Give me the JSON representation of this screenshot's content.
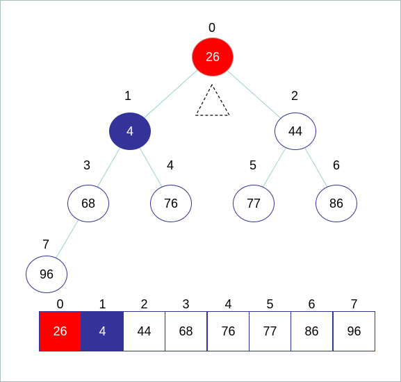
{
  "colors": {
    "highlight_red": "#ff0000",
    "highlight_blue": "#333399",
    "edge": "#a8d8d8",
    "node_border": "#333399"
  },
  "tree": {
    "nodes": [
      {
        "index": "0",
        "value": "26",
        "state": "red"
      },
      {
        "index": "1",
        "value": "4",
        "state": "blue"
      },
      {
        "index": "2",
        "value": "44",
        "state": "normal"
      },
      {
        "index": "3",
        "value": "68",
        "state": "normal"
      },
      {
        "index": "4",
        "value": "76",
        "state": "normal"
      },
      {
        "index": "5",
        "value": "77",
        "state": "normal"
      },
      {
        "index": "6",
        "value": "86",
        "state": "normal"
      },
      {
        "index": "7",
        "value": "96",
        "state": "normal"
      }
    ]
  },
  "array": {
    "indices": [
      "0",
      "1",
      "2",
      "3",
      "4",
      "5",
      "6",
      "7"
    ],
    "cells": [
      {
        "value": "26",
        "state": "red"
      },
      {
        "value": "4",
        "state": "blue"
      },
      {
        "value": "44",
        "state": "normal"
      },
      {
        "value": "68",
        "state": "normal"
      },
      {
        "value": "76",
        "state": "normal"
      },
      {
        "value": "77",
        "state": "normal"
      },
      {
        "value": "86",
        "state": "normal"
      },
      {
        "value": "96",
        "state": "normal"
      }
    ]
  }
}
